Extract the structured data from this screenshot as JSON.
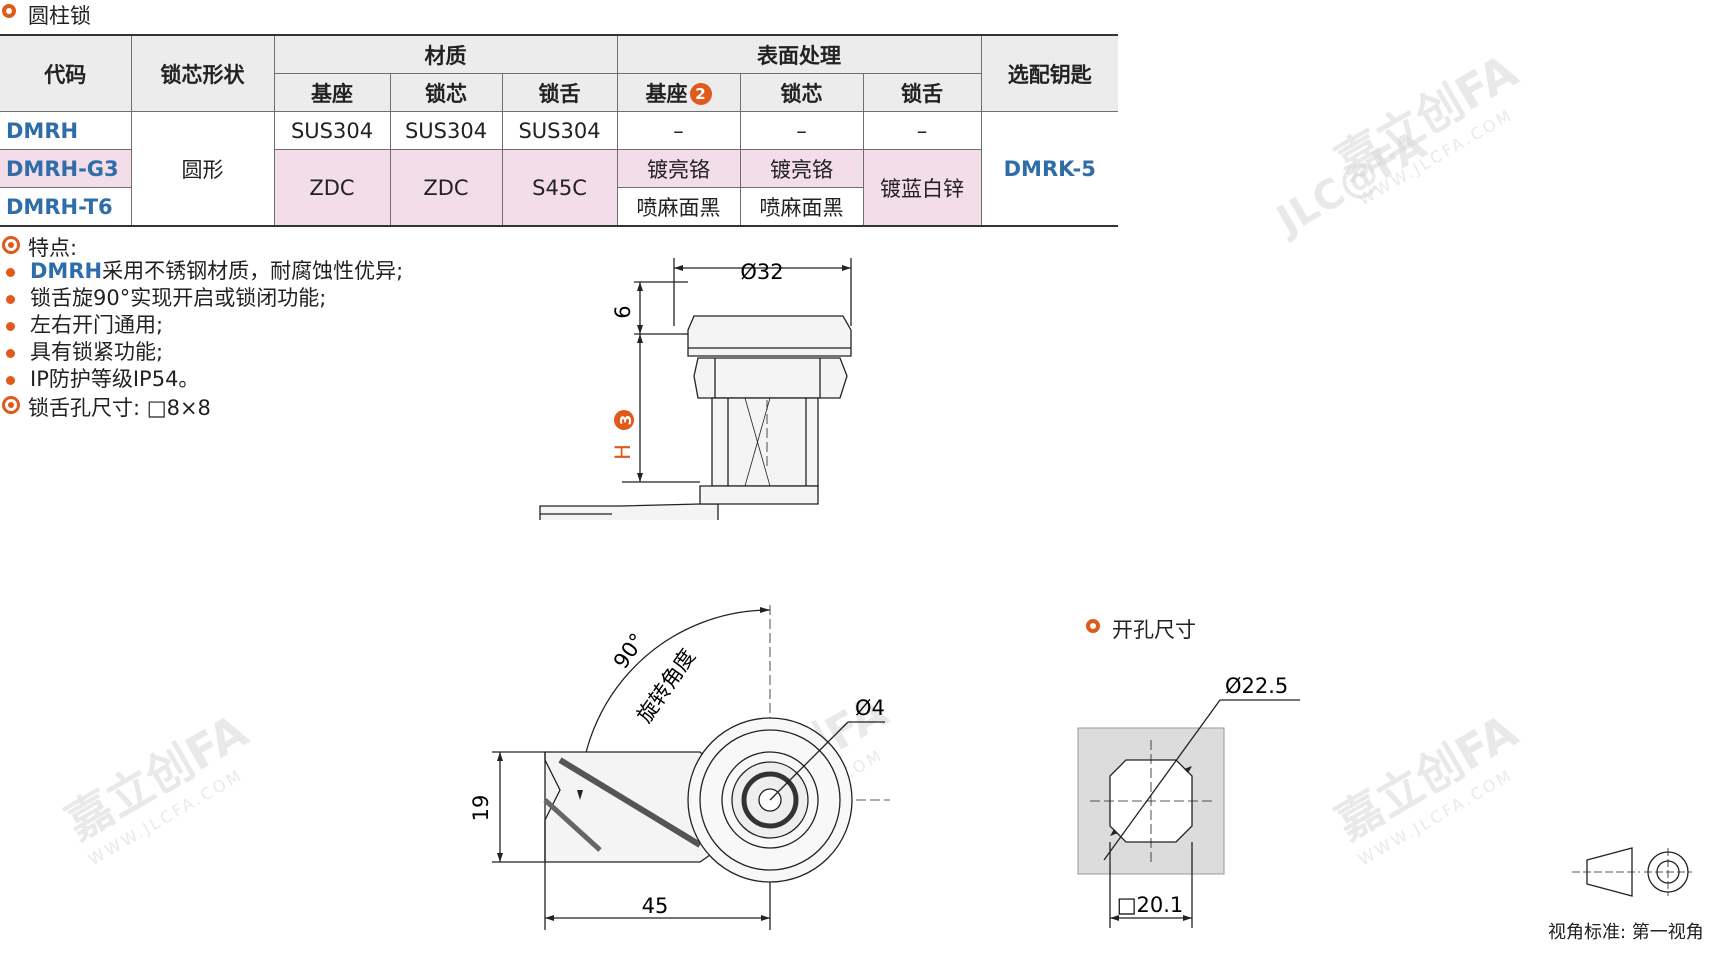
{
  "section_title": "圆柱锁",
  "table": {
    "headers": {
      "code": "代码",
      "core_shape": "锁芯形状",
      "material": "材质",
      "surface": "表面处理",
      "key": "选配钥匙",
      "sub_base": "基座",
      "sub_core": "锁芯",
      "sub_tongue": "锁舌",
      "badge_base": "2"
    },
    "rows": [
      {
        "code": "DMRH"
      },
      {
        "code": "DMRH-G3"
      },
      {
        "code": "DMRH-T6"
      }
    ],
    "shape": "圆形",
    "material_row1": {
      "base": "SUS304",
      "core": "SUS304",
      "tongue": "SUS304"
    },
    "material_row2": {
      "base": "ZDC",
      "core": "ZDC",
      "tongue": "S45C"
    },
    "surface_row1": {
      "base": "–",
      "core": "–",
      "tongue": "–"
    },
    "surface_g3": {
      "base": "镀亮铬",
      "core": "镀亮铬"
    },
    "surface_t6": {
      "base": "喷麻面黑",
      "core": "喷麻面黑"
    },
    "surface_tongue_23": "镀蓝白锌",
    "key": "DMRK-5"
  },
  "features": {
    "title": "特点:",
    "items": [
      {
        "prefix": "DMRH",
        "text": "采用不锈钢材质，耐腐蚀性优异;"
      },
      {
        "prefix": "",
        "text": "锁舌旋90°实现开启或锁闭功能;"
      },
      {
        "prefix": "",
        "text": "左右开门通用;"
      },
      {
        "prefix": "",
        "text": "具有锁紧功能;"
      },
      {
        "prefix": "",
        "text": "IP防护等级IP54。"
      }
    ],
    "hole_label": "锁舌孔尺寸: □8×8"
  },
  "drawing": {
    "dia_top": "Ø32",
    "dim_6": "6",
    "dim_h": "H",
    "badge_h": "3",
    "angle": "90°",
    "angle_label": "旋转角度",
    "dia_4": "Ø4",
    "dim_19": "19",
    "dim_45": "45"
  },
  "cutout": {
    "title": "开孔尺寸",
    "dia": "Ø22.5",
    "square": "□20.1"
  },
  "view_standard": "视角标准: 第一视角",
  "watermark": {
    "brand": "嘉立创FA",
    "logo": "JLC@FA",
    "url": "WWW.JLCFA.COM"
  },
  "colors": {
    "accent": "#e05a1c",
    "code_blue": "#2f6da8",
    "header_bg": "#ececec",
    "pink_row": "#f3dde8"
  }
}
